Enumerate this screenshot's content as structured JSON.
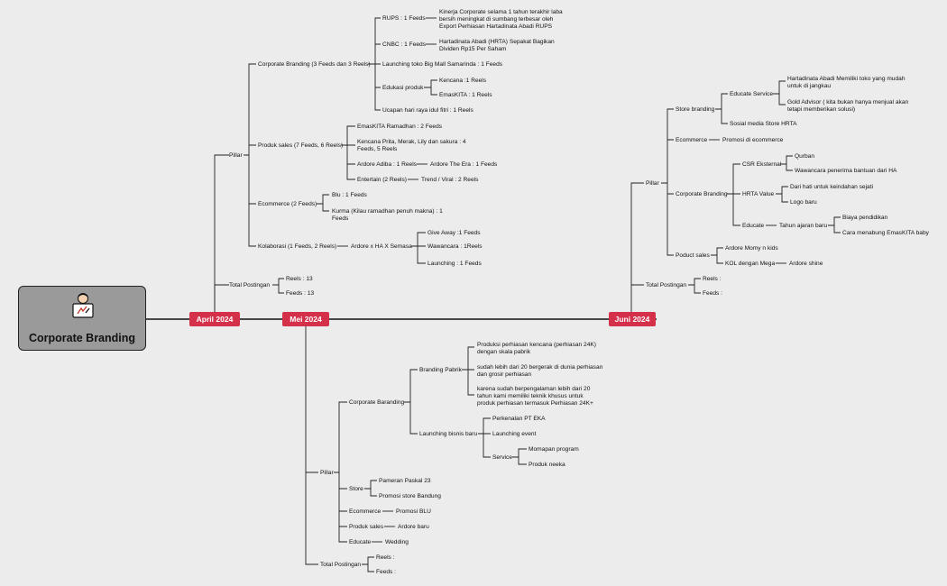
{
  "root": {
    "title": "Corporate Branding",
    "icon": "person-presentation-icon"
  },
  "colors": {
    "background": "#ececec",
    "month_badge": "#d4304a",
    "root_box": "#9a9a9a",
    "line": "#222222"
  },
  "months": [
    "April 2024",
    "Mei 2024",
    "Juni 2024"
  ],
  "april": {
    "pillar": "Pillar",
    "corp_branding": "Corporate Branding (3 Feeds dan 3 Reels)",
    "rups": "RUPS : 1 Feeds",
    "rups_detail": [
      "Kinerja Corporate selama 1 tahun terakhir laba",
      "bersih meningkat di sumbang terbesar oleh",
      "Export Perhiasan Hartadinata Abadi RUPS"
    ],
    "cnbc": "CNBC : 1 Feeds",
    "cnbc_detail": [
      "Hartadinata Abadi (HRTA) Sepakat Bagikan",
      "Dividen Rp15 Per Saham"
    ],
    "launching": "Launching toko Big Mall Samarinda : 1 Feeds",
    "edukasi": "Edukasi produk",
    "kencana": "Kencana :1 Reels",
    "emaskita": "EmasKITA : 1 Reels",
    "ucapan": "Ucapan hari raya idul fitri : 1 Reels",
    "produk_sales": "Produk sales (7 Feeds, 6 Reels)",
    "ramadhan": "EmasKITA Ramadhan : 2 Feeds",
    "kencana_prita": [
      "Kencana Prita, Merak, Lily dan sakura : 4",
      "Feeds, 5 Reels"
    ],
    "adiba": "Ardore Adiba : 1 Reels",
    "the_era": "Ardore The Era : 1 Feeds",
    "entertain": "Entertain (2 Reels)",
    "trend": "Trend / Viral : 2 Reels",
    "ecommerce": "Ecommerce (2 Feeds)",
    "blu": "Blu : 1 Feeds",
    "kurma": [
      "Kurma (Kilau ramadhan penuh makna) : 1",
      "Feeds"
    ],
    "kolaborasi": "Kolaborasi  (1 Feeds, 2 Reels)",
    "ardore_ha": "Ardore x HA X Semasa",
    "give_away": "Give Away :1 Feeds",
    "wawancara": "Wawancara : 1Reels",
    "launching_feed": "Launching : 1 Feeds",
    "total": "Total Postingan",
    "reels": "Reels : 13",
    "feeds": "Feeds : 13"
  },
  "mei": {
    "pillar": "Pillar",
    "corp_baranding": "Corporate Baranding",
    "branding_pabrik": "Branding Pabrik",
    "pabrik_1": [
      "Produksi perhiasan kencana (perhiasan 24K)",
      "dengan skala pabrik"
    ],
    "pabrik_2": [
      "sudah lebih dari 20 bergerak di dunia perhiasan",
      "dan grosir perhiasan"
    ],
    "pabrik_3": [
      "karena sudah berpengalaman lebih dari 20",
      "tahun kami memiliki teknik khusus untuk",
      "produk perhiasan termasuk Perhiasan 24K+"
    ],
    "launching_bisnis": "Launching bisnis baru",
    "perkenalan": "Perkenalan PT EKA",
    "launching_event": "Launching event",
    "service": "Service",
    "mumpuni": "Momapan program",
    "produk_neeka": "Produk neeka",
    "store": "Store",
    "pameran": "Pameran Paskal 23",
    "promosi_store": "Promosi store Bandung",
    "ecommerce": "Ecommerce",
    "promosi_blu": "Promosi BLU",
    "produk_sales": "Produk sales",
    "ardore_baru": "Ardore baru",
    "educate": "Educate",
    "wedding": "Wedding",
    "total": "Total Postingan",
    "reels": "Reels :",
    "feeds": "Feeds :"
  },
  "juni": {
    "pillar": "Pillar",
    "store_branding": "Store branding",
    "educate_service": "Educate Service",
    "es_1": [
      "Hartadinata Abadi Memiliki toko yang mudah",
      "untuk di jangkau"
    ],
    "es_2": [
      "Gold Advisor ( kita bukan hanya menjual akan",
      "tetapi memberikan solusi)"
    ],
    "sosmed": "Sosial media Store HRTA",
    "ecommerce": "Ecommerce",
    "promosi_ecom": "Promosi di ecommerce",
    "corp_branding": "Corporate Branding",
    "csr": "CSR Eksternal",
    "qurban": "Qurban",
    "wawancara_ha": "Wawancara penerima bantuan dari HA",
    "hrta_value": "HRTA Value",
    "dari_hati": "Dari hati untuk keindahan sejati",
    "logo_baru": "Logo baru",
    "educate": "Educate",
    "tahun_ajaran": "Tahun ajaran baru",
    "biaya": "Biaya pendidikan",
    "menabung": "Cara menabung EmasKITA baby",
    "poduct_sales": "Poduct sales",
    "momy_kids": "Ardore Momy n kids",
    "kol": "KOL dengan Mega",
    "shine": "Ardore shine",
    "total": "Total Postingan",
    "reels": "Reels :",
    "feeds": "Feeds :"
  }
}
